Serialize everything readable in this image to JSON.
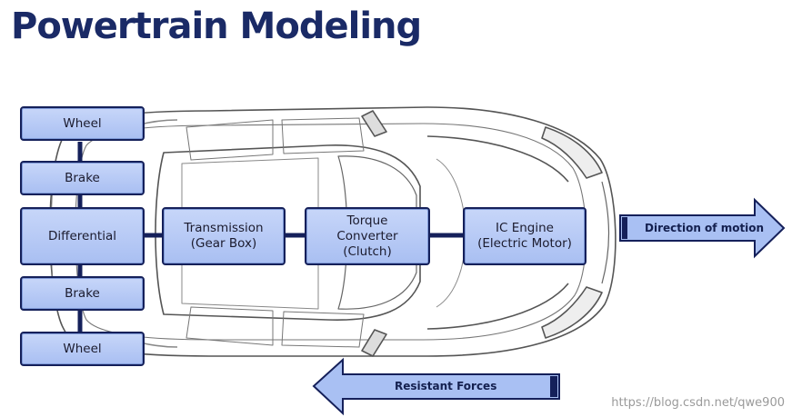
{
  "title": "Powertrain Modeling",
  "components": {
    "wheel_top": "Wheel",
    "brake_top": "Brake",
    "differential": "Differential",
    "brake_bottom": "Brake",
    "wheel_bottom": "Wheel",
    "transmission": "Transmission\n(Gear Box)",
    "torque_converter": "Torque\nConverter\n(Clutch)",
    "engine": "IC Engine\n(Electric Motor)"
  },
  "arrows": {
    "direction": "Direction of motion",
    "resistant": "Resistant Forces"
  },
  "watermark": "https://blog.csdn.net/qwe900",
  "colors": {
    "title": "#1a2a66",
    "box_fill": "#b8c9f5",
    "box_border": "#15205a",
    "connector": "#15205a"
  }
}
